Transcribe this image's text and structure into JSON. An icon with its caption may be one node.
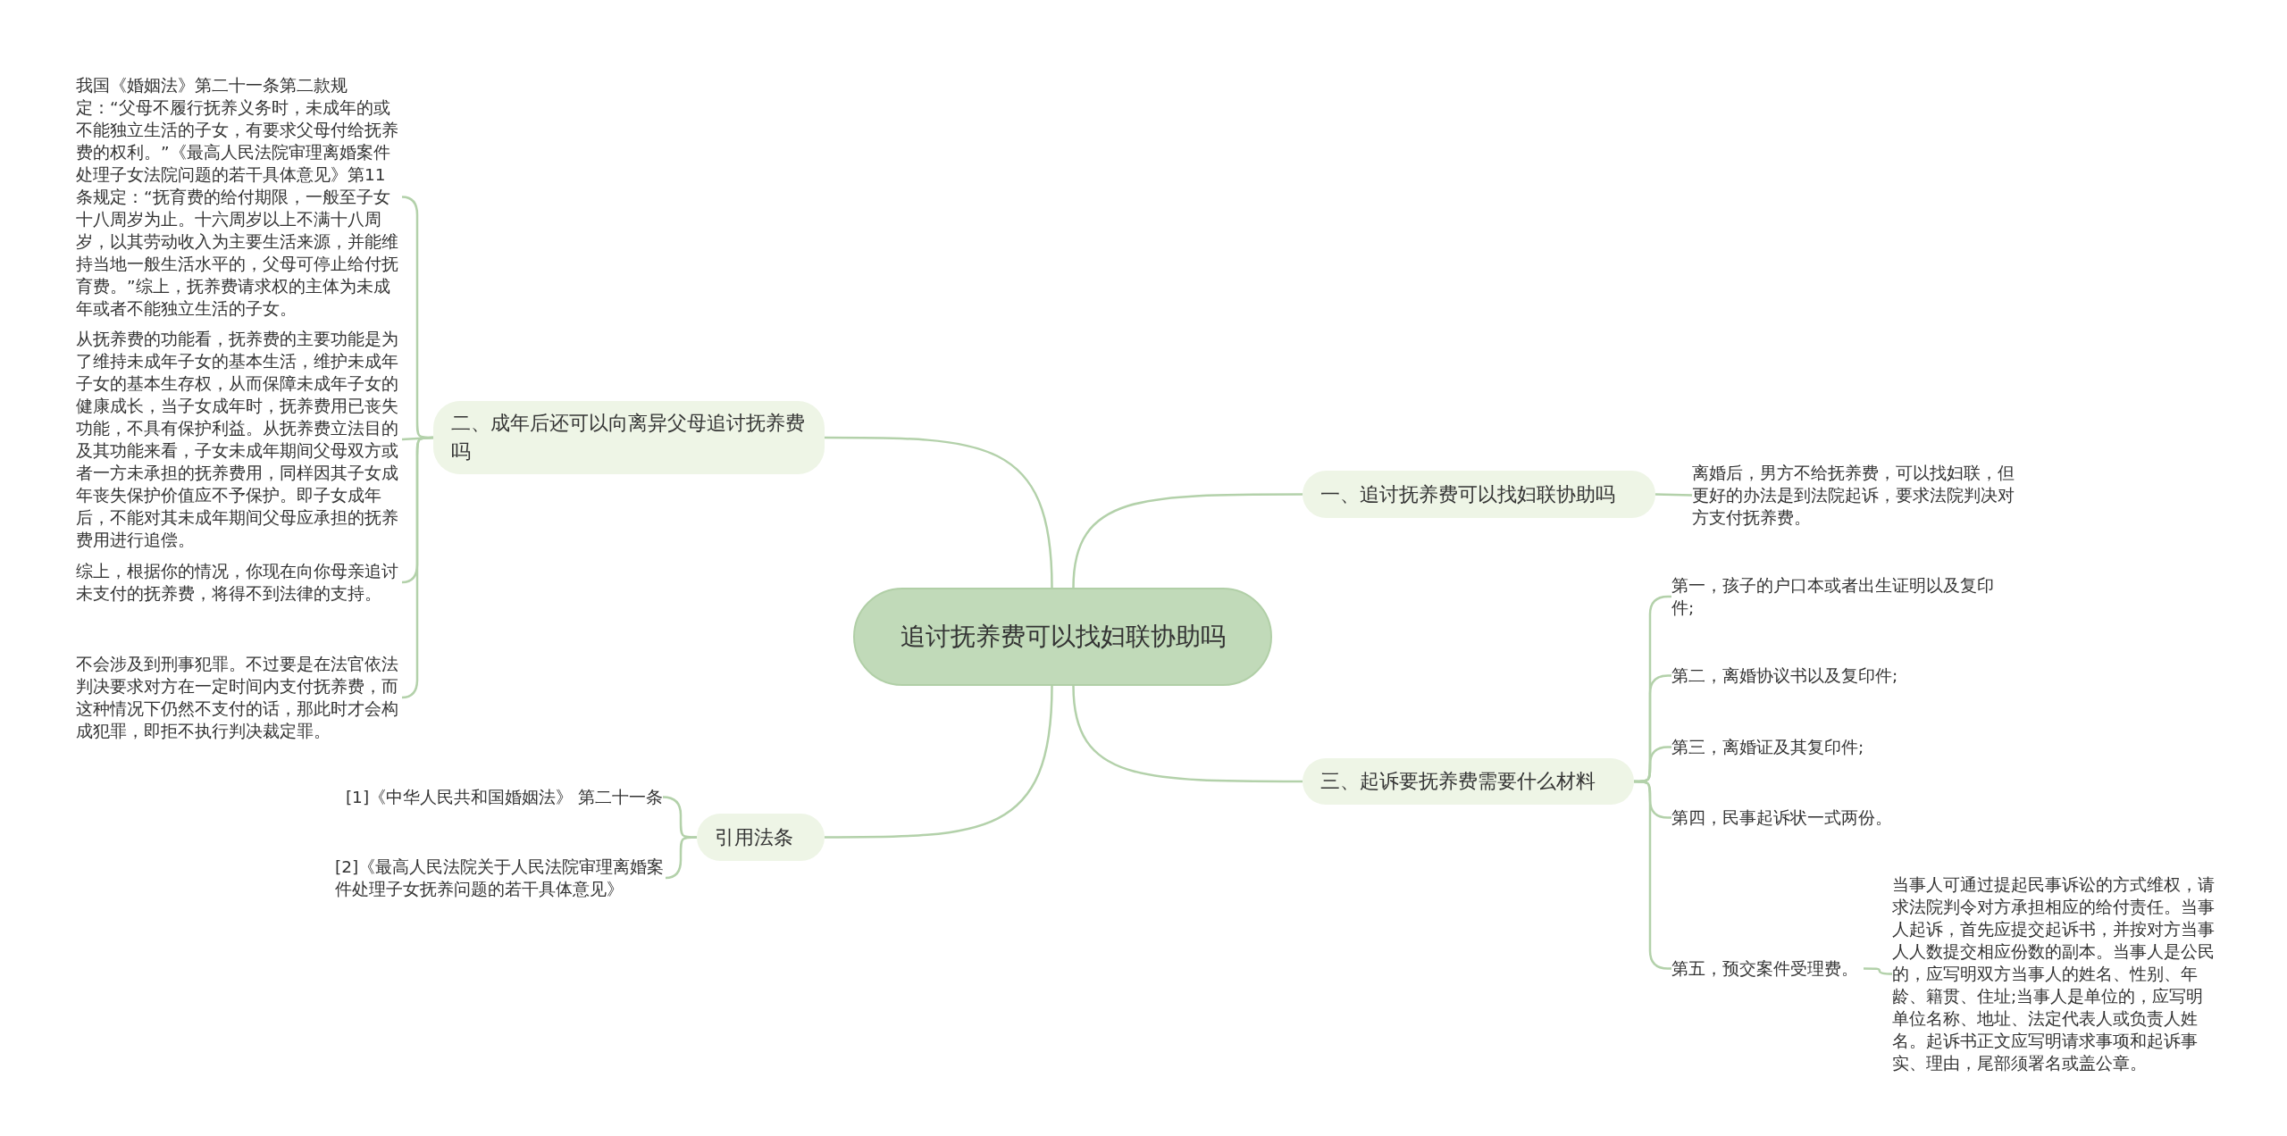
{
  "diagram": {
    "nodes": [
      {
        "text": [
          "追讨抚养费可以找妇联协助吗"
        ]
      },
      {
        "text": [
          "二、成年后还可以向离异父母追讨抚养费吗"
        ]
      },
      {
        "text": [
          "我国《婚姻法》第二十一条第二款规定：“父母不履行抚养义务时，未成年的或不能独立生活的子女，有要求父母付给抚养费的权利。”《最高人民法院审理离婚案件处理子女法院问题的若干具体意见》第11条规定：“抚育费的给付期限，一般至子女十八周岁为止。十六周岁以上不满十八周岁，以其劳动收入为主要生活来源，并能维持当地一般生活水平的，父母可停止给付抚育费。”综上，抚养费请求权的主体为未成年或者不能独立生活的子女。"
        ]
      },
      {
        "text": [
          "从抚养费的功能看，抚养费的主要功能是为了维持未成年子女的基本生活，维护未成年子女的基本生存权，从而保障未成年子女的健康成长，当子女成年时，抚养费用已丧失功能，不具有保护利益。从抚养费立法目的及其功能来看，子女未成年期间父母双方或者一方未承担的抚养费用，同样因其子女成年丧失保护价值应不予保护。即子女成年后，不能对其未成年期间父母应承担的抚养费用进行追偿。"
        ]
      },
      {
        "text": [
          "综上，根据你的情况，你现在向你母亲追讨未支付的抚养费，将得不到法律的支持。"
        ]
      },
      {
        "text": [
          "不会涉及到刑事犯罪。不过要是在法官依法判决要求对方在一定时间内支付抚养费，而这种情况下仍然不支付的话，那此时才会构成犯罪，即拒不执行判决裁定罪。"
        ]
      },
      {
        "text": [
          "引用法条"
        ]
      },
      {
        "text": [
          "[1]《中华人民共和国婚姻法》 第二十一条"
        ]
      },
      {
        "text": [
          "[2]《最高人民法院关于人民法院审理离婚案件处理子女抚养问题的若干具体意见》"
        ]
      },
      {
        "text": [
          "一、追讨抚养费可以找妇联协助吗"
        ]
      },
      {
        "text": [
          "离婚后，男方不给抚养费，可以找妇联，但更好的办法是到法院起诉，要求法院判决对方支付抚养费。"
        ]
      },
      {
        "text": [
          "三、起诉要抚养费需要什么材料"
        ]
      },
      {
        "text": [
          "第一，孩子的户口本或者出生证明以及复印件;"
        ]
      },
      {
        "text": [
          "第二，离婚协议书以及复印件;"
        ]
      },
      {
        "text": [
          "第三，离婚证及其复印件;"
        ]
      },
      {
        "text": [
          "第四，民事起诉状一式两份。"
        ]
      },
      {
        "text": [
          "第五，预交案件受理费。"
        ]
      },
      {
        "text": [
          "当事人可通过提起民事诉讼的方式维权，请求法院判令对方承担相应的给付责任。当事人起诉，首先应提交起诉书，并按对方当事人人数提交相应份数的副本。当事人是公民的，应写明双方当事人的姓名、性别、年龄、籍贯、住址;当事人是单位的，应写明单位名称、地址、法定代表人或负责人姓名。起诉书正文应写明请求事项和起诉事实、理由，尾部须署名或盖公章。"
        ]
      }
    ],
    "edges": [
      {
        "from": 0,
        "to": 1,
        "arrow": "none"
      },
      {
        "from": 1,
        "to": 2,
        "arrow": "none"
      },
      {
        "from": 1,
        "to": 3,
        "arrow": "none"
      },
      {
        "from": 1,
        "to": 4,
        "arrow": "none"
      },
      {
        "from": 1,
        "to": 5,
        "arrow": "none"
      },
      {
        "from": 0,
        "to": 6,
        "arrow": "none"
      },
      {
        "from": 6,
        "to": 7,
        "arrow": "none"
      },
      {
        "from": 6,
        "to": 8,
        "arrow": "none"
      },
      {
        "from": 0,
        "to": 9,
        "arrow": "none"
      },
      {
        "from": 9,
        "to": 10,
        "arrow": "none"
      },
      {
        "from": 0,
        "to": 11,
        "arrow": "none"
      },
      {
        "from": 11,
        "to": 12,
        "arrow": "none"
      },
      {
        "from": 11,
        "to": 13,
        "arrow": "none"
      },
      {
        "from": 11,
        "to": 14,
        "arrow": "none"
      },
      {
        "from": 11,
        "to": 15,
        "arrow": "none"
      },
      {
        "from": 11,
        "to": 16,
        "arrow": "none"
      },
      {
        "from": 16,
        "to": 17,
        "arrow": "none"
      }
    ]
  }
}
